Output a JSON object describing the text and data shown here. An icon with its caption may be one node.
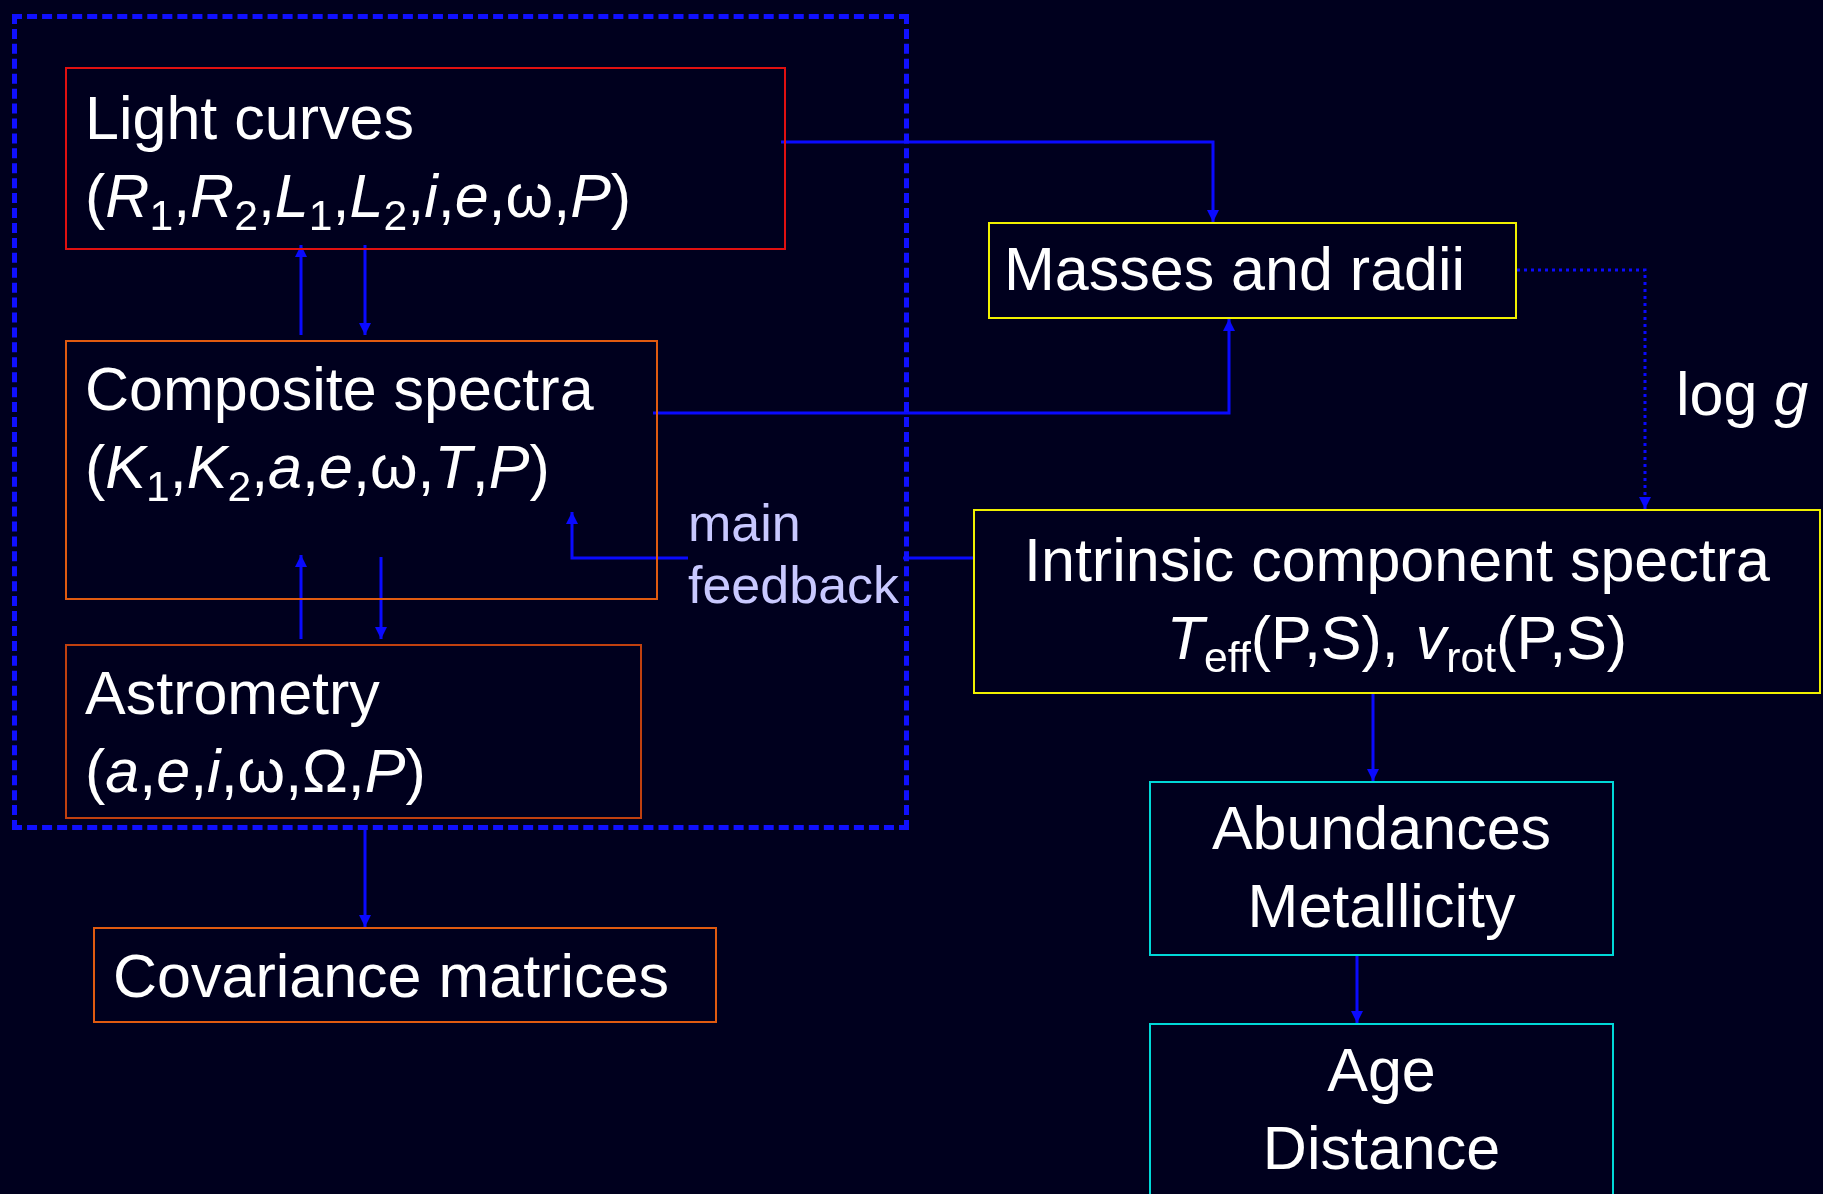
{
  "diagram": {
    "nodes": [
      {
        "text": [],
        "shape": "box"
      },
      {
        "text": [
          "Light curves",
          "(*R*$_{1}$,*R*$_{2}$,*L*$_{1}$,*L*$_{2}$,*i*,*e*,ω,*P*)"
        ],
        "in": 0
      },
      {
        "text": [
          "Composite spectra",
          "(*K*$_{1}$,*K*$_{2}$,*a*,*e*,ω,*T*,*P*)"
        ],
        "in": 0
      },
      {
        "text": [
          "Astrometry",
          "(*a*,*e*,*i*,ω,Ω,*P*)"
        ],
        "in": 0
      },
      {
        "text": [
          "Covariance matrices"
        ]
      },
      {
        "text": [
          "Masses and radii"
        ]
      },
      {
        "text": [
          "Intrinsic component spectra",
          "*T*$_{eff}$(P,S), *v*$_{rot}$(P,S)"
        ]
      },
      {
        "text": [
          "Abundances",
          "Metallicity"
        ]
      },
      {
        "text": [
          "Age",
          "Distance"
        ]
      }
    ],
    "edges": [
      {
        "from": 1,
        "to": 5,
        "arrow": "to"
      },
      {
        "from": 2,
        "to": 1,
        "arrow": "to"
      },
      {
        "from": 1,
        "to": 2,
        "arrow": "to"
      },
      {
        "from": 2,
        "to": 5,
        "arrow": "to"
      },
      {
        "from": 6,
        "to": 2,
        "arrow": "to",
        "label": "main feedback"
      },
      {
        "from": 3,
        "to": 2,
        "arrow": "to"
      },
      {
        "from": 2,
        "to": 3,
        "arrow": "to"
      },
      {
        "from": 0,
        "to": 4,
        "arrow": "to"
      },
      {
        "from": 5,
        "to": 6,
        "arrow": "to",
        "style": "dashed",
        "label": "log *g*"
      },
      {
        "from": 6,
        "to": 7,
        "arrow": "to"
      },
      {
        "from": 7,
        "to": 8,
        "arrow": "to"
      }
    ]
  }
}
